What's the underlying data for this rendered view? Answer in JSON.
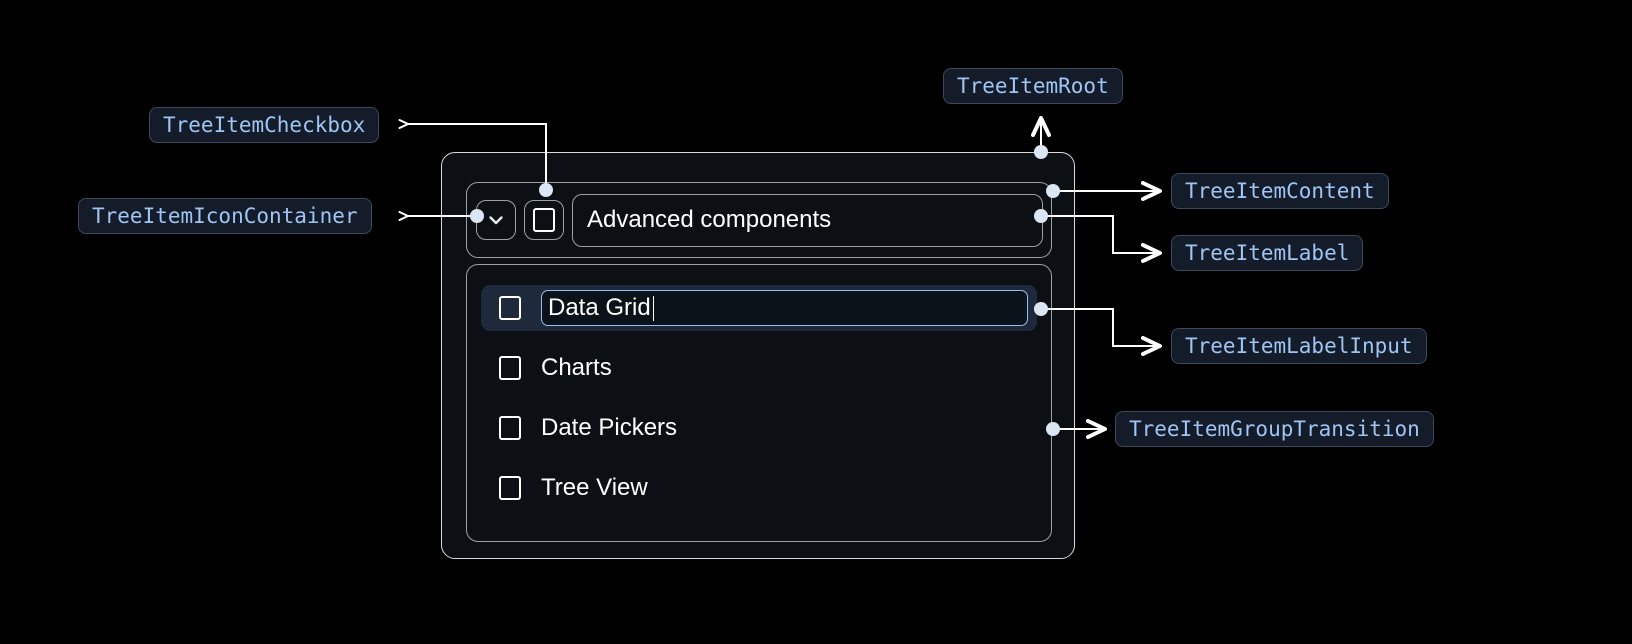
{
  "theme": {
    "background": "#000000",
    "pill_bg": "#131c28",
    "pill_border": "#3c4a5c",
    "pill_text": "#9ec5f3",
    "panel_bg": "#0c0f14",
    "panel_border": "#9aa1a8",
    "root_border": "#d6dade",
    "selected_row_bg": "#1e293b",
    "input_border": "#8fc0ef",
    "text": "#ffffff",
    "wire": "#ffffff",
    "dot": "#dbe6f5"
  },
  "annotations": [
    {
      "id": "tree-item-checkbox",
      "label": "TreeItemCheckbox"
    },
    {
      "id": "tree-item-icon-container",
      "label": "TreeItemIconContainer"
    },
    {
      "id": "tree-item-root",
      "label": "TreeItemRoot"
    },
    {
      "id": "tree-item-content",
      "label": "TreeItemContent"
    },
    {
      "id": "tree-item-label",
      "label": "TreeItemLabel"
    },
    {
      "id": "tree-item-label-input",
      "label": "TreeItemLabelInput"
    },
    {
      "id": "tree-item-group-transition",
      "label": "TreeItemGroupTransition"
    }
  ],
  "tree": {
    "expand_icon": "chevron-down-icon",
    "parent": {
      "checkbox_checked": false,
      "label": "Advanced components"
    },
    "editing_item": {
      "checkbox_checked": false,
      "input_value": "Data Grid",
      "editing": true
    },
    "children": [
      {
        "checkbox_checked": false,
        "label": "Charts"
      },
      {
        "checkbox_checked": false,
        "label": "Date Pickers"
      },
      {
        "checkbox_checked": false,
        "label": "Tree View"
      }
    ]
  }
}
